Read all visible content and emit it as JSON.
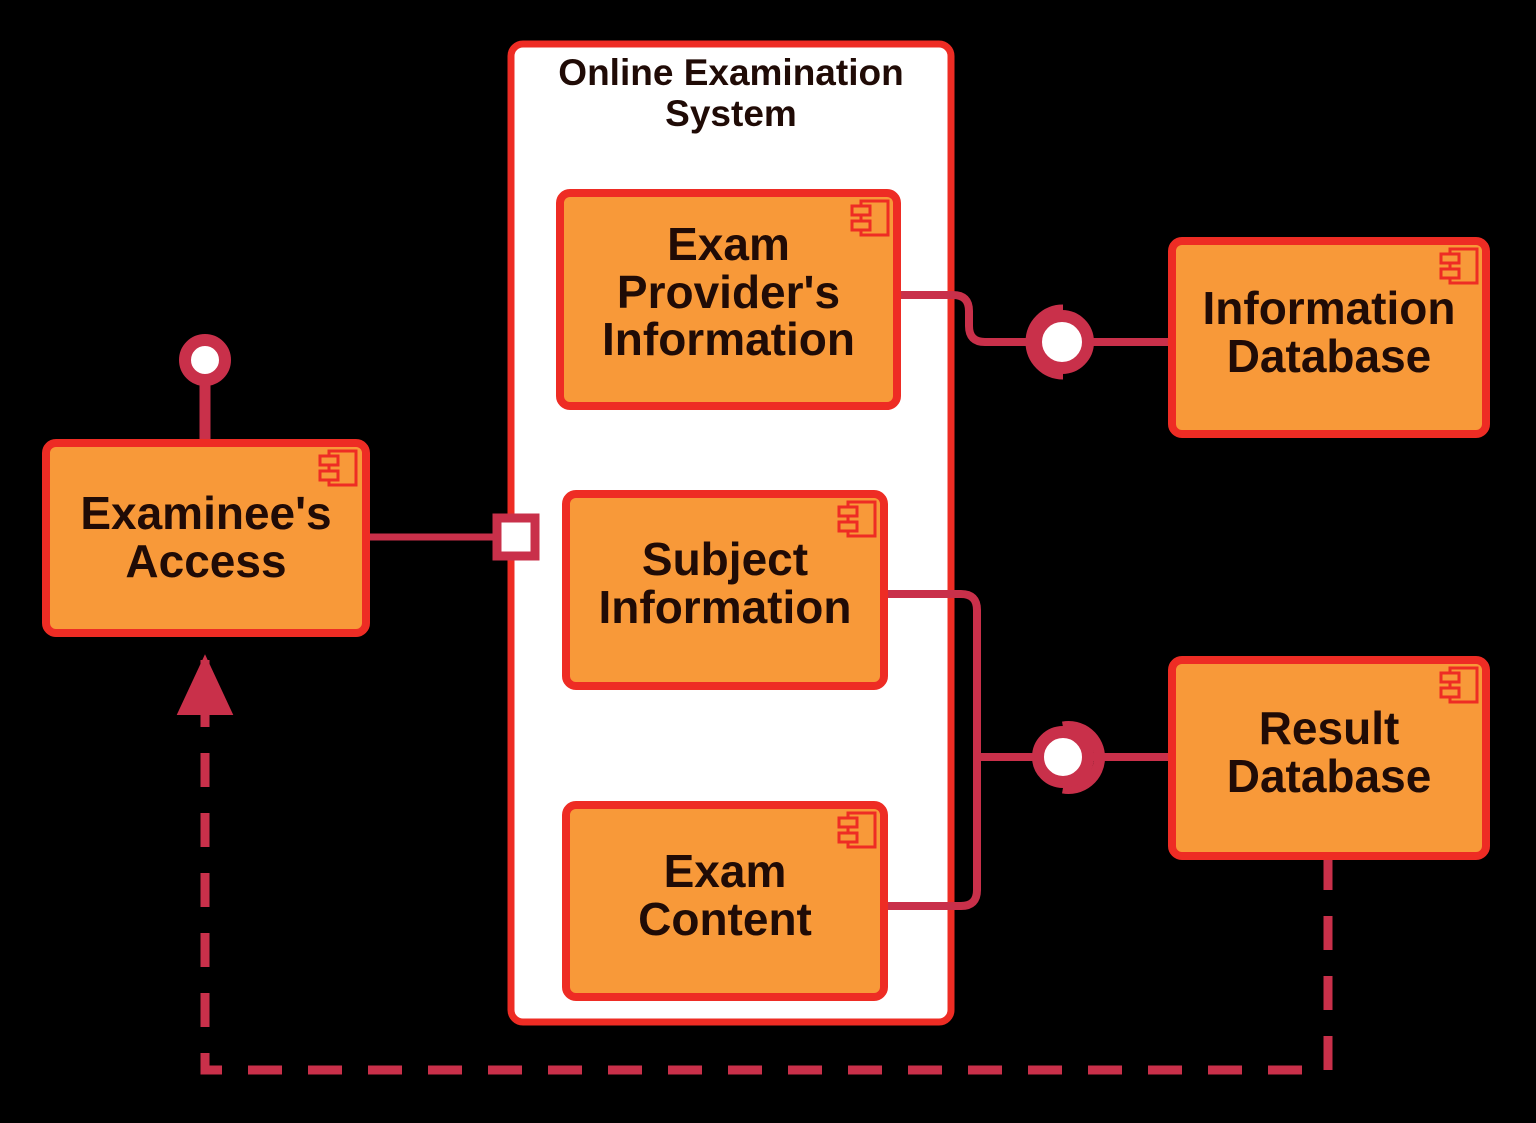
{
  "diagram": {
    "kind": "uml-component-diagram",
    "title": "Online Examination System",
    "background_color": "#000000",
    "palette": {
      "component_fill": "#F89939",
      "component_border": "#EE2C24",
      "boundary_fill": "#FFFFFF",
      "boundary_border": "#EE2C24",
      "connector": "#C9304A",
      "text": "#200B06",
      "interface_ball_fill": "#FFFFFF",
      "port_fill": "#FFFFFF"
    }
  },
  "boundary": {
    "name": "Online Examination System",
    "title_line_1": "Online Examination",
    "title_line_2": "System"
  },
  "components": [
    {
      "id": "examinee-access",
      "label": "Examinee's\nAccess",
      "line_1": "Examinee's",
      "line_2": "Access",
      "icon": "uml-component-icon",
      "inside_boundary": false
    },
    {
      "id": "exam-providers-information",
      "label": "Exam\nProvider's\nInformation",
      "line_1": "Exam",
      "line_2": "Provider's",
      "line_3": "Information",
      "icon": "uml-component-icon",
      "inside_boundary": true
    },
    {
      "id": "subject-information",
      "label": "Subject\nInformation",
      "line_1": "Subject",
      "line_2": "Information",
      "icon": "uml-component-icon",
      "inside_boundary": true
    },
    {
      "id": "exam-content",
      "label": "Exam\nContent",
      "line_1": "Exam",
      "line_2": "Content",
      "icon": "uml-component-icon",
      "inside_boundary": true
    },
    {
      "id": "information-database",
      "label": "Information\nDatabase",
      "line_1": "Information",
      "line_2": "Database",
      "icon": "uml-component-icon",
      "inside_boundary": false
    },
    {
      "id": "result-database",
      "label": "Result\nDatabase",
      "line_1": "Result",
      "line_2": "Database",
      "icon": "uml-component-icon",
      "inside_boundary": false
    }
  ],
  "connectors": [
    {
      "id": "examinee-provided-interface",
      "type": "provided-interface-lollipop",
      "from": "examinee-access",
      "orientation": "top"
    },
    {
      "id": "examinee-to-system-port",
      "type": "port-square",
      "from": "examinee-access",
      "to": "online-examination-system"
    },
    {
      "id": "exam-provider-to-information-database",
      "type": "ball-and-socket-assembly",
      "from": "exam-providers-information",
      "to": "information-database",
      "socket_opening": "left"
    },
    {
      "id": "exam-data-to-result-database",
      "type": "ball-and-socket-assembly",
      "from": "subject-information, exam-content",
      "to": "result-database",
      "socket_opening": "right"
    },
    {
      "id": "result-database-to-examinee-access",
      "type": "dependency-dashed-arrow",
      "from": "result-database",
      "to": "examinee-access"
    }
  ]
}
